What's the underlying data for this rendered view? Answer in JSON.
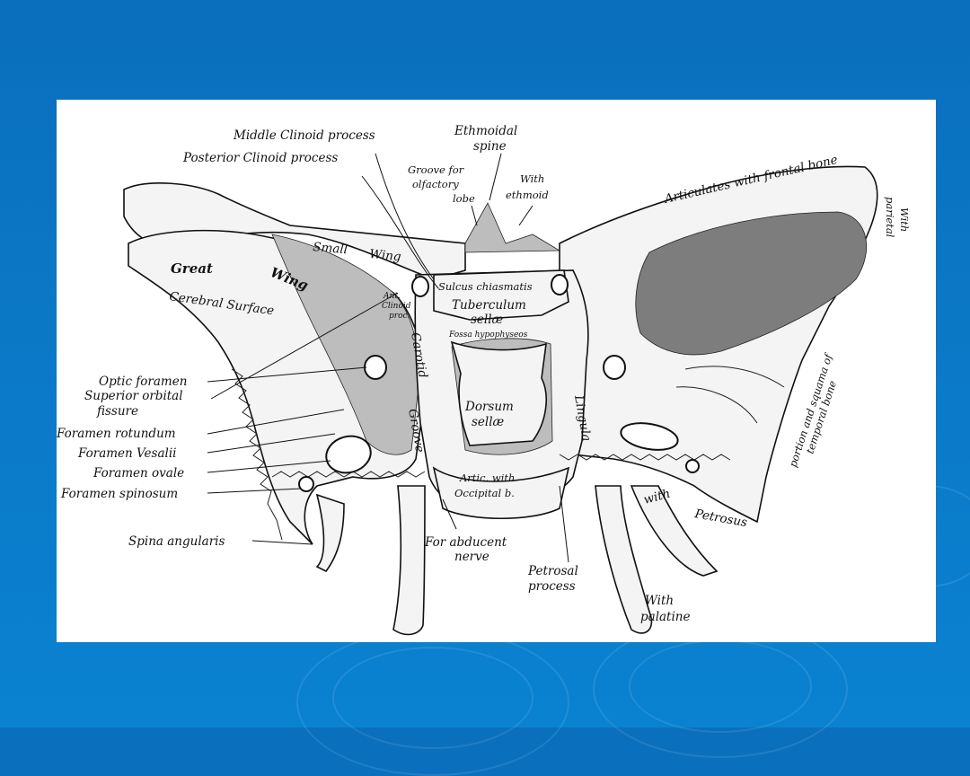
{
  "background_color": "#0a78c6",
  "panel_color": "#ffffff",
  "labels": {
    "middle_clinoid": "Middle Clinoid process",
    "posterior_clinoid": "Posterior Clinoid process",
    "ethmoidal_1": "Ethmoidal",
    "ethmoidal_2": "spine",
    "groove_1": "Groove for",
    "groove_2": "olfactory",
    "groove_3": "lobe",
    "with_ethmoid_1": "With",
    "with_ethmoid_2": "ethmoid",
    "articulates_frontal": "Articulates with frontal bone",
    "with_parietal_1": "With",
    "with_parietal_2": "parietal",
    "small_wing_1": "Small",
    "small_wing_2": "Wing",
    "great": "Great",
    "wing": "Wing",
    "cerebral_surface": "Cerebral Surface",
    "ant_1": "Ant.",
    "ant_2": "Clinoid",
    "ant_3": "proc.",
    "sulcus": "Sulcus chiasmatis",
    "tuberculum_1": "Tuberculum",
    "tuberculum_2": "sellæ",
    "fossa": "Fossa hypophyseos",
    "carotid": "Carotid",
    "groove": "Groove",
    "dorsum_1": "Dorsum",
    "dorsum_2": "sellæ",
    "lingula": "Lingula",
    "temporal_1": "portion and squama of",
    "temporal_2": "temporal bone",
    "optic": "Optic foramen",
    "sup_orbital_1": "Superior orbital",
    "sup_orbital_2": "fissure",
    "rotundum": "Foramen rotundum",
    "vesalii": "Foramen Vesalii",
    "ovale": "Foramen ovale",
    "spinosum": "Foramen spinosum",
    "artic_1": "Artic. with",
    "artic_2": "Occipital b.",
    "with_petrosus_1": "with",
    "with_petrosus_2": "Petrosus",
    "spina": "Spina angularis",
    "abducent_1": "For abducent",
    "abducent_2": "nerve",
    "petrosal_1": "Petrosal",
    "petrosal_2": "process",
    "palatine_1": "With",
    "palatine_2": "palatine"
  }
}
